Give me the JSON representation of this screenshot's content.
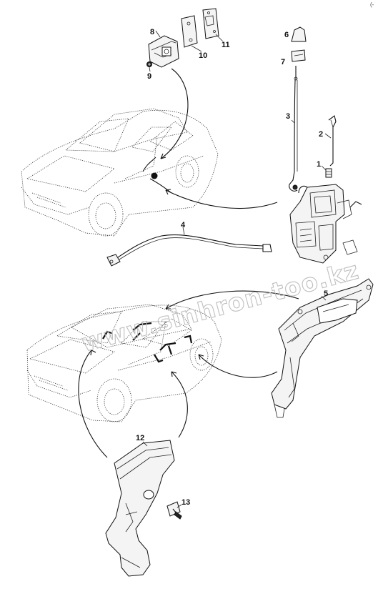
{
  "corner_mark": "(-",
  "watermark": "www.sinhron-too.kz",
  "callouts": {
    "c1": "1",
    "c2": "2",
    "c3": "3",
    "c4": "4",
    "c5": "5",
    "c6": "6",
    "c7": "7",
    "c8": "8",
    "c9": "9",
    "c10": "10",
    "c11": "11",
    "c12": "12",
    "c13": "13"
  },
  "icons": {
    "car_top": "car-outline-icon",
    "car_bottom": "car-outline-icon",
    "lock": "door-lock-actuator-icon"
  }
}
